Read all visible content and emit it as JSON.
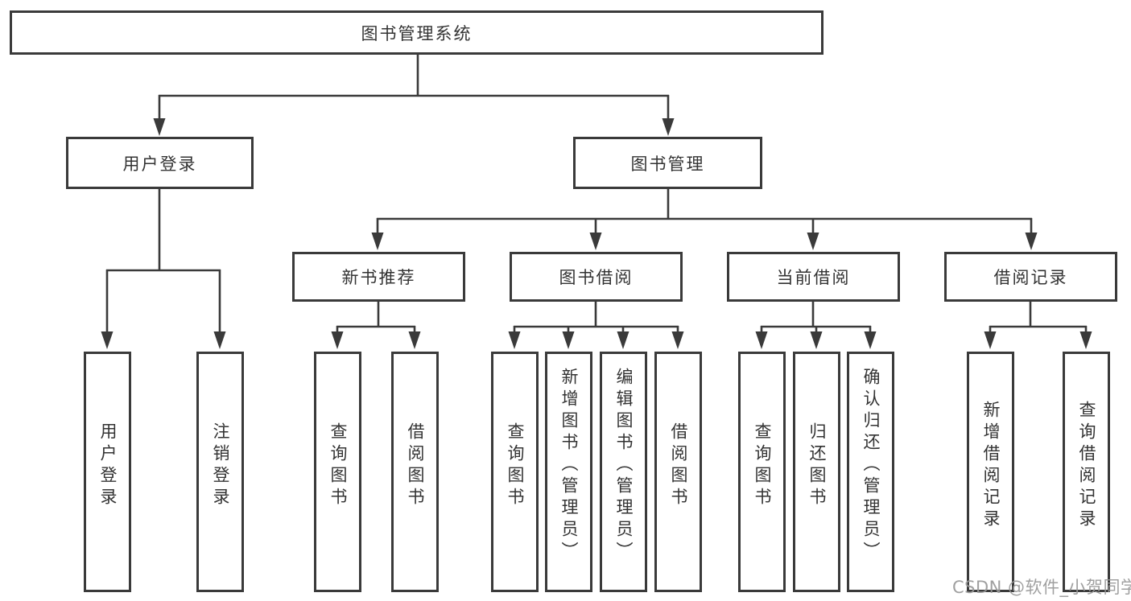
{
  "diagram_title": "图书管理系统",
  "tree": {
    "label": "图书管理系统",
    "children": [
      {
        "label": "用户登录",
        "children": [
          {
            "label": "用户登录"
          },
          {
            "label": "注销登录"
          }
        ]
      },
      {
        "label": "图书管理",
        "children": [
          {
            "label": "新书推荐",
            "children": [
              {
                "label": "查询图书"
              },
              {
                "label": "借阅图书"
              }
            ]
          },
          {
            "label": "图书借阅",
            "children": [
              {
                "label": "查询图书"
              },
              {
                "label": "新增图书（管理员）"
              },
              {
                "label": "编辑图书（管理员）"
              },
              {
                "label": "借阅图书"
              }
            ]
          },
          {
            "label": "当前借阅",
            "children": [
              {
                "label": "查询图书"
              },
              {
                "label": "归还图书"
              },
              {
                "label": "确认归还（管理员）"
              }
            ]
          },
          {
            "label": "借阅记录",
            "children": [
              {
                "label": "新增借阅记录"
              },
              {
                "label": "查询借阅记录"
              }
            ]
          }
        ]
      }
    ]
  },
  "watermark": {
    "text": "CSDN @软件_小贺同学"
  },
  "colors": {
    "line": "#3a3a3a",
    "box_border": "#3a3a3a",
    "text": "#333333",
    "background": "#ffffff",
    "watermark": "#989898"
  }
}
